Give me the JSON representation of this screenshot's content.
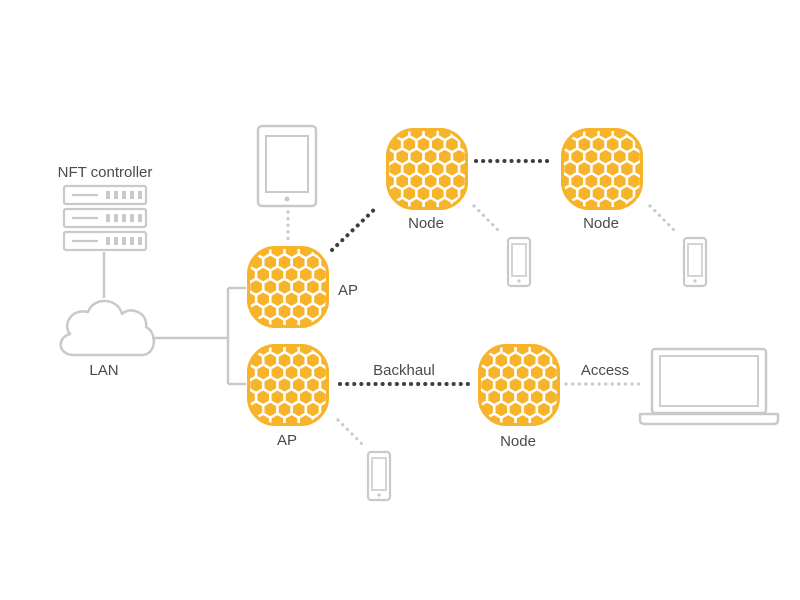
{
  "labels": {
    "controller": "NFT controller",
    "lan": "LAN",
    "ap_top": "AP",
    "ap_bottom": "AP",
    "node_top_left": "Node",
    "node_top_right": "Node",
    "node_bottom": "Node",
    "backhaul": "Backhaul",
    "access": "Access"
  },
  "colors": {
    "hive_fill": "#F7B42B",
    "hive_hex": "#F0A81E",
    "hive_border": "#FFFFFF",
    "device_outline": "#C9C9C9",
    "backhaul_line": "#3F3F3F",
    "access_line": "#C9C9C9",
    "text": "#4A4A4A"
  },
  "icons": {
    "controller": "server-rack-icon",
    "lan": "cloud-icon",
    "hive": "honeycomb-node-icon",
    "tablet": "tablet-icon",
    "phone": "smartphone-icon",
    "laptop": "laptop-icon"
  }
}
